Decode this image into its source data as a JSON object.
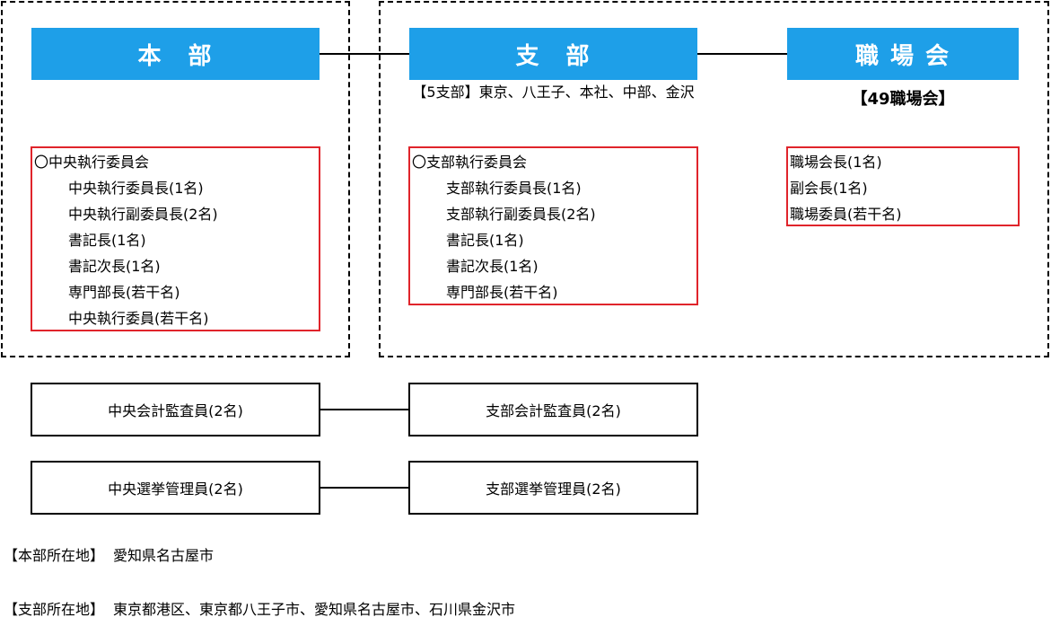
{
  "headers": {
    "honbu": "本　部",
    "shibu": "支　部",
    "shokubakai": "職 場 会"
  },
  "notes": {
    "branches": "【5支部】東京、八王子、本社、中部、金沢",
    "shokubakai_count": "【49職場会】"
  },
  "honbu_committee": {
    "title": "〇中央執行委員会",
    "members": [
      "中央執行委員長(1名)",
      "中央執行副委員長(2名)",
      "書記長(1名)",
      "書記次長(1名)",
      "専門部長(若干名)",
      "中央執行委員(若干名)"
    ]
  },
  "shibu_committee": {
    "title": "〇支部執行委員会",
    "members": [
      "支部執行委員長(1名)",
      "支部執行副委員長(2名)",
      "書記長(1名)",
      "書記次長(1名)",
      "専門部長(若干名)"
    ]
  },
  "shokubakai_members": [
    "職場会長(1名)",
    "副会長(1名)",
    "職場委員(若干名)"
  ],
  "auditors": {
    "central": "中央会計監査員(2名)",
    "branch": "支部会計監査員(2名)"
  },
  "election": {
    "central": "中央選挙管理員(2名)",
    "branch": "支部選挙管理員(2名)"
  },
  "footer": {
    "hq_label": "【本部所在地】",
    "hq_value": "愛知県名古屋市",
    "branch_label": "【支部所在地】",
    "branch_value": "東京都港区、東京都八王子市、愛知県名古屋市、石川県金沢市"
  },
  "colors": {
    "header_blue": "#1e9fe8",
    "frame_red": "#e0242b"
  }
}
